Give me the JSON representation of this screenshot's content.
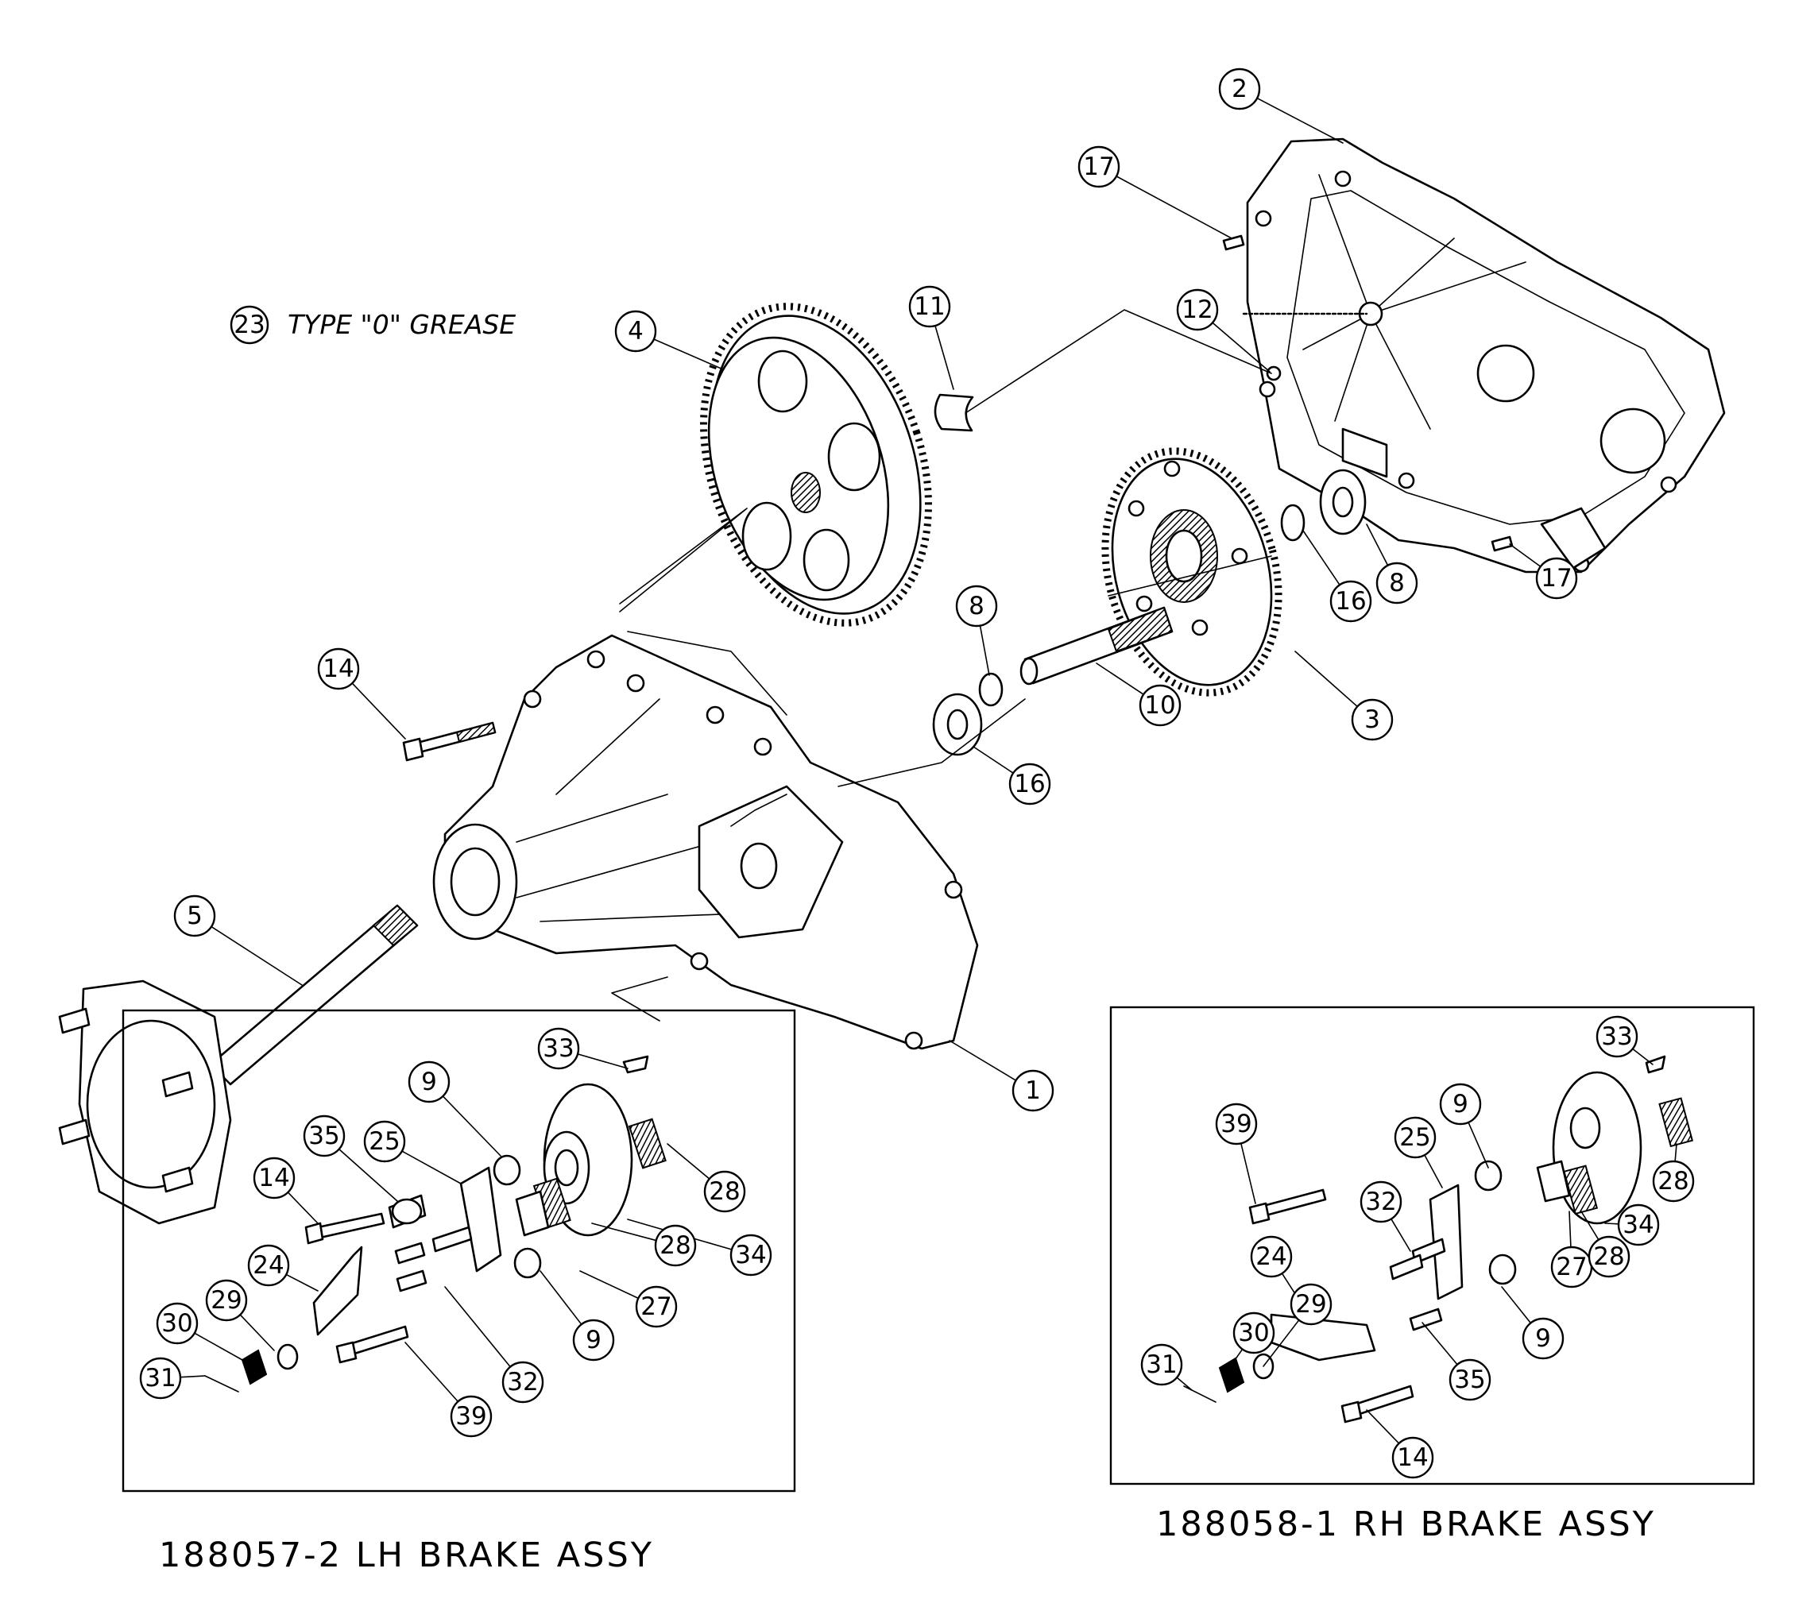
{
  "grease_note": {
    "number": "23",
    "text": "TYPE \"0\" GREASE"
  },
  "assemblies": [
    {
      "caption": "188057-2 LH BRAKE ASSY"
    },
    {
      "caption": "188058-1 RH BRAKE ASSY"
    }
  ],
  "callouts": {
    "main": [
      "2",
      "17",
      "12",
      "11",
      "4",
      "8",
      "16",
      "16",
      "8",
      "3",
      "10",
      "14",
      "5",
      "1",
      "17"
    ],
    "lh_brake": [
      "33",
      "9",
      "25",
      "35",
      "14",
      "24",
      "29",
      "30",
      "31",
      "32",
      "39",
      "9",
      "27",
      "28",
      "28",
      "34"
    ],
    "rh_brake": [
      "33",
      "39",
      "25",
      "9",
      "32",
      "24",
      "29",
      "30",
      "31",
      "35",
      "14",
      "9",
      "28",
      "34",
      "27",
      "28"
    ]
  }
}
